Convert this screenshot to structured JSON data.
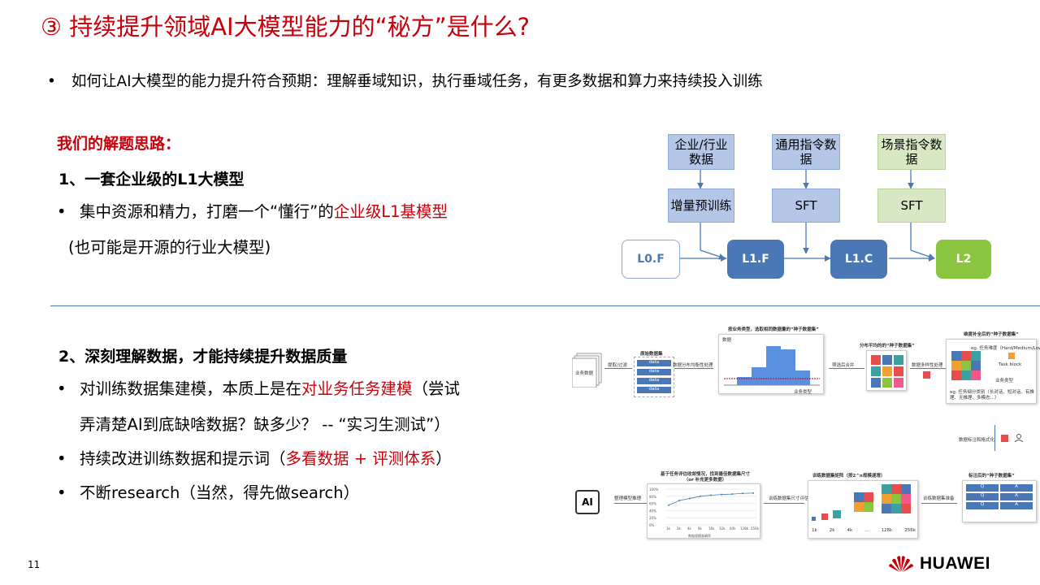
{
  "title": "③ 持续提升领域AI大模型能力的“秘方”是什么?",
  "lead": {
    "bullet": "•",
    "text": "如何让AI大模型的能力提升符合预期：理解垂域知识，执行垂域任务，有更多数据和算力来持续投入训练"
  },
  "section1": {
    "subhead": "我们的解题思路：",
    "heading": "1、一套企业级的L1大模型",
    "bullet": "•",
    "line1_prefix": "集中资源和精力，打磨一个“懂行”的",
    "line1_highlight": "企业级L1基模型",
    "line2": "(也可能是开源的行业大模型)"
  },
  "flow": {
    "top_boxes": [
      "企业/行业数据",
      "通用指令数据",
      "场景指令数据"
    ],
    "mid_boxes": [
      "增量预训练",
      "SFT",
      "SFT"
    ],
    "nodes": [
      "L0.F",
      "L1.F",
      "L1.C",
      "L2"
    ]
  },
  "section2": {
    "heading": "2、深刻理解数据，才能持续提升数据质量",
    "bullet": "•",
    "b1_prefix": "对训练数据集建模，本质上是在",
    "b1_highlight": "对业务任务建模",
    "b1_suffix": "（尝试",
    "b1_line2": "弄清楚AI到底缺啥数据？缺多少？ -- “实习生测试”）",
    "b2_prefix": "持续改进训练数据和提示词（",
    "b2_highlight": "多看数据 + 评测体系",
    "b2_suffix": "）",
    "b3": "不断research（当然，得先做search）"
  },
  "pipeline": {
    "left_doc": "业务数据",
    "step1": "提取/过滤",
    "raw_title": "原始数据集",
    "raw_rows": [
      "data",
      "data",
      "data",
      "data"
    ],
    "step2": "数据分布均衡性处理",
    "hist_title": "按业务类型，选取相同数据量的“种子数据集”",
    "hist_axis_y": "数据",
    "hist_axis_x": "业务类型",
    "step3": "筛选后合并",
    "seed_title": "分布平均的的“种子数据集”",
    "step4": "数据多样性处理",
    "cube_title": "维度补全后的“种子数据集”",
    "cube_labels": [
      "eg. 任务难度（Hard/Medium/Low）",
      "Task block",
      "业务类型",
      "eg. 任务细分类别（长对话、短对话、有推理、无推理、多模态…）"
    ],
    "annot": "数据标注和格式化",
    "annot_icons": "·",
    "ai_label": "AI",
    "step5": "整理模型推理",
    "curve_title": "基于任务评估收敛情况，找到最佳数据集尺寸（or 补充更多数据）",
    "curve_y_ticks": [
      "100%",
      "80%",
      "60%",
      "40%",
      "20%",
      "0%"
    ],
    "curve_x_ticks": [
      "1k",
      "2k",
      "4k",
      "8k",
      "16k",
      "32k",
      "64k",
      "128k",
      "256k"
    ],
    "curve_legend": "数据规模准确率",
    "curve_values": [
      0.55,
      0.68,
      0.74,
      0.8,
      0.83,
      0.85,
      0.86,
      0.88,
      0.89
    ],
    "step6": "训练数据集尺寸评估",
    "matrix_title": "训练数据集矩阵（按2^n规模递增）",
    "matrix_ticks": [
      "1k",
      "2k",
      "4k",
      "...",
      "128k",
      "256k"
    ],
    "step7": "训练数据集准备",
    "labeled_title": "标注后的“种子数据集”",
    "labeled_cells": [
      "Q",
      "A"
    ]
  },
  "page_number": "11",
  "logo_text": "HUAWEI",
  "colors": {
    "accent_red": "#c7000b",
    "box_blue": "#b4c7e7",
    "box_green": "#d8e8c4",
    "node_blue": "#4a78b6",
    "node_green": "#8bc53f"
  }
}
